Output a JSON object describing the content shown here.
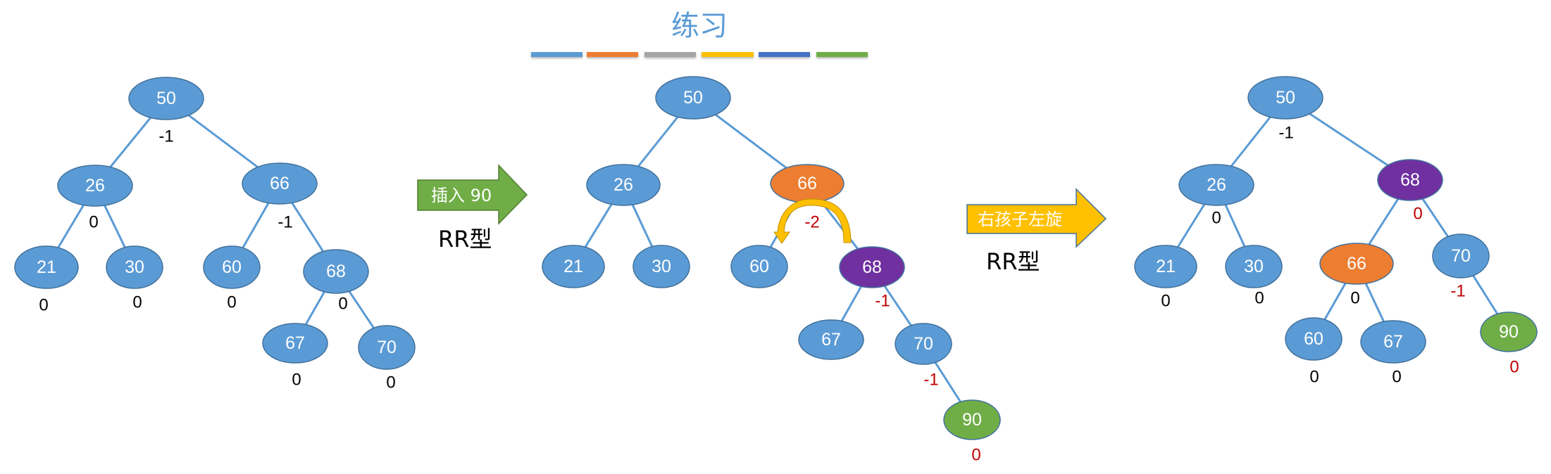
{
  "title": "练习",
  "color_bars": [
    "#5B9BD5",
    "#ED7D31",
    "#A5A5A5",
    "#FFC000",
    "#4472C4",
    "#70AD47"
  ],
  "colors": {
    "default_node": "#5B9BD5",
    "unbalanced_node": "#ED7D31",
    "pivot_node": "#7030A0",
    "inserted_node": "#70AD47",
    "edge": "#5B9BD5",
    "bf_normal": "#000000",
    "bf_highlight": "#C00000"
  },
  "steps": [
    {
      "label": "插入 90",
      "type_label": "RR型",
      "color": "#70AD47"
    },
    {
      "label": "右孩子左旋",
      "type_label": "RR型",
      "color": "#FFC000"
    }
  ],
  "rotation_marker": {
    "balance_factor": "-2",
    "color": "#FFC000"
  },
  "trees": [
    {
      "name": "before-insert",
      "nodes": [
        {
          "key": "50",
          "bf": "-1",
          "role": "default",
          "bf_role": "normal"
        },
        {
          "key": "26",
          "bf": "0",
          "role": "default",
          "bf_role": "normal"
        },
        {
          "key": "66",
          "bf": "-1",
          "role": "default",
          "bf_role": "normal"
        },
        {
          "key": "21",
          "bf": "0",
          "role": "default",
          "bf_role": "normal"
        },
        {
          "key": "30",
          "bf": "0",
          "role": "default",
          "bf_role": "normal"
        },
        {
          "key": "60",
          "bf": "0",
          "role": "default",
          "bf_role": "normal"
        },
        {
          "key": "68",
          "bf": "0",
          "role": "default",
          "bf_role": "normal"
        },
        {
          "key": "67",
          "bf": "0",
          "role": "default",
          "bf_role": "normal"
        },
        {
          "key": "70",
          "bf": "0",
          "role": "default",
          "bf_role": "normal"
        }
      ],
      "edges": [
        [
          "50",
          "26"
        ],
        [
          "50",
          "66"
        ],
        [
          "26",
          "21"
        ],
        [
          "26",
          "30"
        ],
        [
          "66",
          "60"
        ],
        [
          "66",
          "68"
        ],
        [
          "68",
          "67"
        ],
        [
          "68",
          "70"
        ]
      ]
    },
    {
      "name": "after-insert",
      "nodes": [
        {
          "key": "50",
          "bf": "",
          "role": "default",
          "bf_role": "normal"
        },
        {
          "key": "26",
          "bf": "",
          "role": "default",
          "bf_role": "normal"
        },
        {
          "key": "66",
          "bf": "-2",
          "role": "unbalanced",
          "bf_role": "highlight"
        },
        {
          "key": "21",
          "bf": "",
          "role": "default",
          "bf_role": "normal"
        },
        {
          "key": "30",
          "bf": "",
          "role": "default",
          "bf_role": "normal"
        },
        {
          "key": "60",
          "bf": "",
          "role": "default",
          "bf_role": "normal"
        },
        {
          "key": "68",
          "bf": "-1",
          "role": "pivot",
          "bf_role": "highlight"
        },
        {
          "key": "67",
          "bf": "",
          "role": "default",
          "bf_role": "normal"
        },
        {
          "key": "70",
          "bf": "-1",
          "role": "default",
          "bf_role": "highlight"
        },
        {
          "key": "90",
          "bf": "0",
          "role": "inserted",
          "bf_role": "highlight"
        }
      ],
      "edges": [
        [
          "50",
          "26"
        ],
        [
          "50",
          "66"
        ],
        [
          "26",
          "21"
        ],
        [
          "26",
          "30"
        ],
        [
          "66",
          "60"
        ],
        [
          "66",
          "68"
        ],
        [
          "68",
          "67"
        ],
        [
          "68",
          "70"
        ],
        [
          "70",
          "90"
        ]
      ]
    },
    {
      "name": "after-rotation",
      "nodes": [
        {
          "key": "50",
          "bf": "-1",
          "role": "default",
          "bf_role": "normal"
        },
        {
          "key": "26",
          "bf": "0",
          "role": "default",
          "bf_role": "normal"
        },
        {
          "key": "68",
          "bf": "0",
          "role": "pivot",
          "bf_role": "highlight"
        },
        {
          "key": "21",
          "bf": "0",
          "role": "default",
          "bf_role": "normal"
        },
        {
          "key": "30",
          "bf": "0",
          "role": "default",
          "bf_role": "normal"
        },
        {
          "key": "66",
          "bf": "0",
          "role": "unbalanced",
          "bf_role": "normal"
        },
        {
          "key": "70",
          "bf": "-1",
          "role": "default",
          "bf_role": "highlight"
        },
        {
          "key": "60",
          "bf": "0",
          "role": "default",
          "bf_role": "normal"
        },
        {
          "key": "67",
          "bf": "0",
          "role": "default",
          "bf_role": "normal"
        },
        {
          "key": "90",
          "bf": "0",
          "role": "inserted",
          "bf_role": "highlight"
        }
      ],
      "edges": [
        [
          "50",
          "26"
        ],
        [
          "50",
          "68"
        ],
        [
          "26",
          "21"
        ],
        [
          "26",
          "30"
        ],
        [
          "68",
          "66"
        ],
        [
          "68",
          "70"
        ],
        [
          "66",
          "60"
        ],
        [
          "66",
          "67"
        ],
        [
          "70",
          "90"
        ]
      ]
    }
  ]
}
